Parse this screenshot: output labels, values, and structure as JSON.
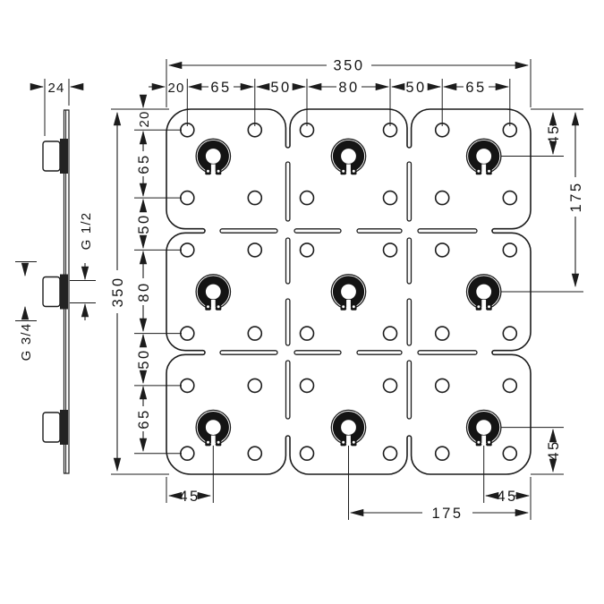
{
  "front_view": {
    "overall_width": "350",
    "overall_height": "350",
    "top_chain": [
      "20",
      "65",
      "50",
      "80",
      "50",
      "65"
    ],
    "left_chain": [
      "20",
      "65",
      "50",
      "80",
      "50",
      "65"
    ],
    "right_top": "45",
    "right_middle": "175",
    "right_bottom": "45",
    "bottom_left": "45",
    "bottom_middle": "175",
    "bottom_right": "45"
  },
  "side_view": {
    "depth": "24",
    "thread_upper": "G 1/2",
    "thread_lower": "G 3/4"
  },
  "colors": {
    "line": "#1c1c1c",
    "background": "#ffffff"
  }
}
